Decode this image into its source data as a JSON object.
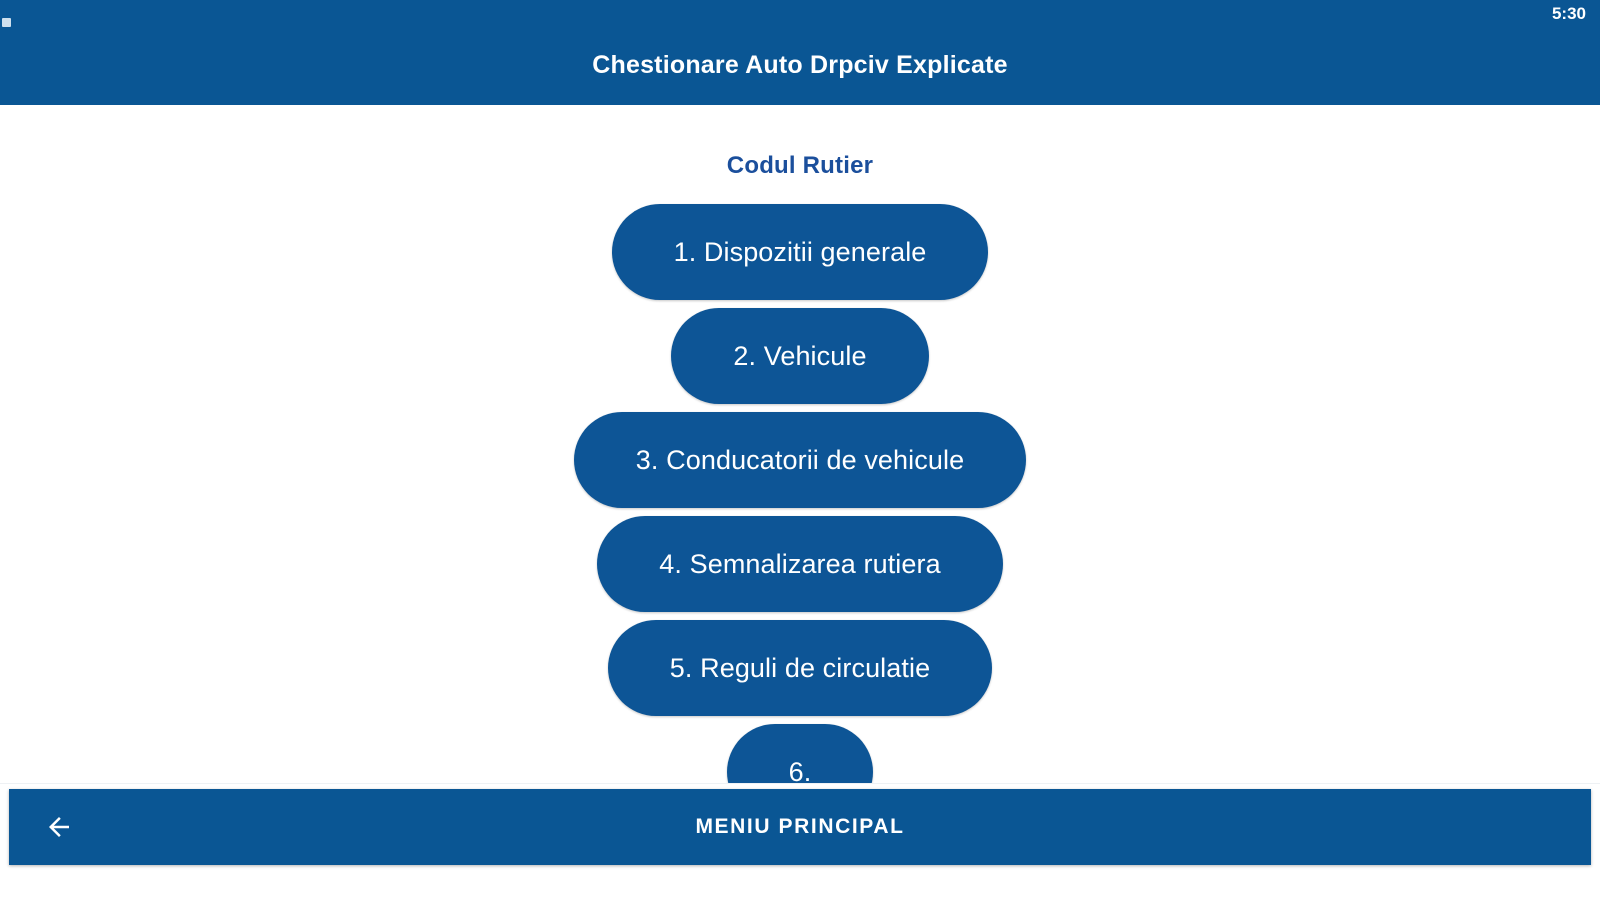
{
  "status_bar": {
    "clock": "5:30",
    "notification_dot": "notification-dot"
  },
  "app_bar": {
    "title": "Chestionare Auto Drpciv Explicate"
  },
  "content": {
    "section_title": "Codul Rutier",
    "chapters": [
      {
        "label": "1. Dispozitii generale"
      },
      {
        "label": "2. Vehicule"
      },
      {
        "label": "3. Conducatorii de vehicule"
      },
      {
        "label": "4. Semnalizarea rutiera"
      },
      {
        "label": "5. Reguli de circulatie"
      },
      {
        "label": "6."
      }
    ]
  },
  "bottom_bar": {
    "back_icon": "arrow-left-icon",
    "label": "MENIU PRINCIPAL"
  },
  "colors": {
    "primary_blue": "#0a5694",
    "button_blue": "#0d5596",
    "title_blue": "#1b4f9c",
    "background": "#ffffff",
    "text_on_blue": "#ffffff"
  }
}
